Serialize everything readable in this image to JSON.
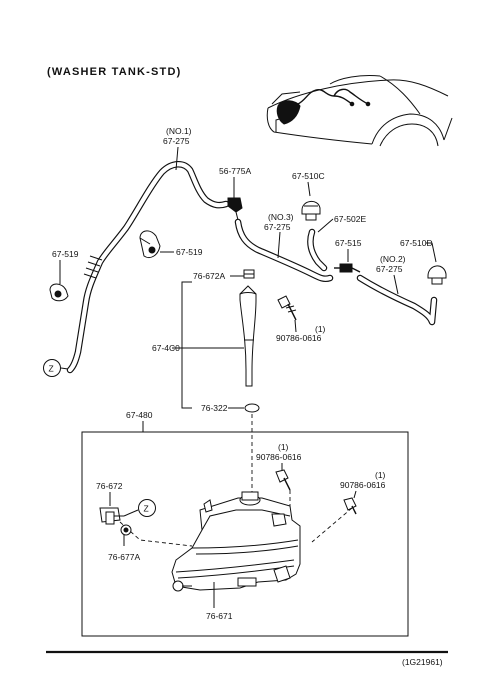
{
  "title": "(WASHER TANK-STD)",
  "catalog_code": "(1G21961)",
  "parts": {
    "hose_no1": {
      "note": "(NO.1)",
      "number": "67-275"
    },
    "joint_56_775a": "56-775A",
    "nozzle_510c": "67-510C",
    "hose_no3": {
      "note": "(NO.3)",
      "number": "67-275"
    },
    "hose_502e": "67-502E",
    "clip_519_right": "67-519",
    "clip_519_left": "67-519",
    "connector_515": "67-515",
    "nozzle_510d": "67-510D",
    "hose_no2": {
      "note": "(NO.2)",
      "number": "67-275"
    },
    "cap_672a": "76-672A",
    "bolt_upper": {
      "number": "90786-0616",
      "qty": "(1)"
    },
    "pipe_4c0": "67-4C0",
    "packing_322": "76-322",
    "tank_assy_480": "67-480",
    "bolt_mid": {
      "number": "90786-0616",
      "qty": "(1)"
    },
    "bolt_right": {
      "number": "90786-0616",
      "qty": "(1)"
    },
    "motor_672": "76-672",
    "grommet_677a": "76-677A",
    "tank_671": "76-671"
  },
  "connection_refs": {
    "left": "Z",
    "right": "Z"
  }
}
